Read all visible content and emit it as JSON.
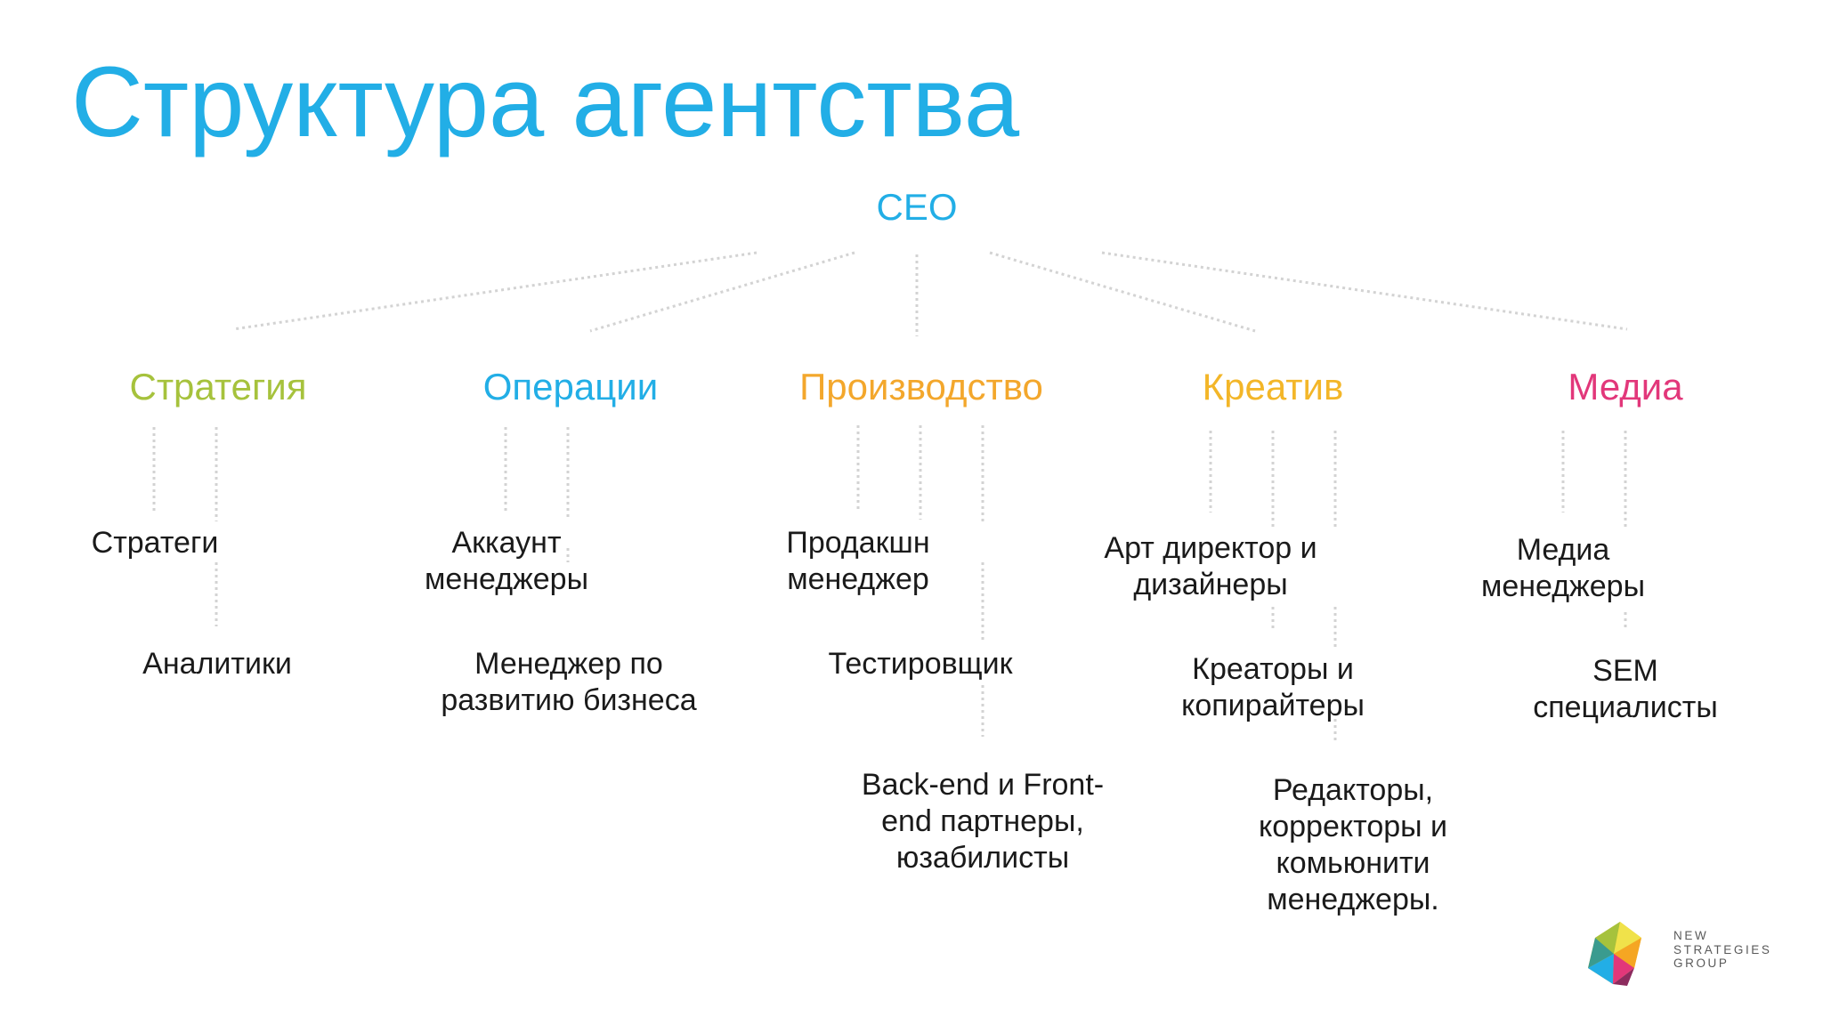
{
  "title": "Структура агентства",
  "ceo": "CEO",
  "departments": [
    {
      "label": "Стратегия",
      "color": "#a6c23c"
    },
    {
      "label": "Операции",
      "color": "#22aee6"
    },
    {
      "label": "Производство",
      "color": "#f3a72c"
    },
    {
      "label": "Креатив",
      "color": "#f3b628"
    },
    {
      "label": "Медиа",
      "color": "#e2377a"
    }
  ],
  "roles": {
    "strategy_1": "Стратеги",
    "strategy_2": "Аналитики",
    "operations_1": "Аккаунт\nменеджеры",
    "operations_2": "Менеджер по\nразвитию бизнеса",
    "production_1": "Продакшн\nменеджер",
    "production_2": "Тестировщик",
    "production_3": "Back-end и Front-\nend партнеры,\nюзабилисты",
    "creative_1": "Арт директор и\nдизайнеры",
    "creative_2": "Креаторы и\nкопирайтеры",
    "creative_3": "Редакторы,\nкорректоры и\nкомьюнити\nменеджеры.",
    "media_1": "Медиа\nменеджеры",
    "media_2": "SEM\nспециалисты"
  },
  "logo": {
    "line1": "NEW",
    "line2": "STRATEGIES",
    "line3": "GROUP"
  },
  "colors": {
    "title": "#22aee6",
    "connector": "#d3d3d3",
    "text": "#1a1a1a"
  }
}
